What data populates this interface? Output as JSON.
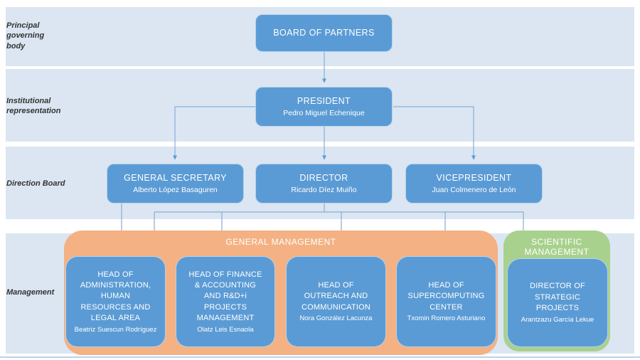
{
  "palette": {
    "node_blue": "#5b9bd5",
    "band_blue": "#dbe6f2",
    "group_orange": "#f4b183",
    "group_green": "#a9d18e",
    "connector_line": "#86aed8",
    "arrowhead": "#5b9bd5"
  },
  "rows": [
    {
      "label": "Principal\ngoverning\nbody"
    },
    {
      "label": "Institutional\nrepresentation"
    },
    {
      "label": "Direction Board"
    },
    {
      "label": "Management"
    }
  ],
  "nodes": {
    "board": {
      "title": "BOARD OF PARTNERS"
    },
    "president": {
      "title": "PRESIDENT",
      "name": "Pedro Miguel Echenique"
    },
    "general_secretary": {
      "title": "GENERAL SECRETARY",
      "name": "Alberto López Basaguren"
    },
    "director": {
      "title": "DIRECTOR",
      "name": "Ricardo Díez Muiño"
    },
    "vicepresident": {
      "title": "VICEPRESIDENT",
      "name": "Juan Colmenero de León"
    },
    "head_admin": {
      "title": "HEAD OF\nADMINISTRATION,\nHUMAN\nRESOURCES AND\nLEGAL AREA",
      "name": "Beatriz Suescun Rodríguez"
    },
    "head_finance": {
      "title": "HEAD OF FINANCE\n& ACCOUNTING\nAND R&D+i\nPROJECTS\nMANAGEMENT",
      "name": "Olatz Leis Esnaola"
    },
    "head_outreach": {
      "title": "HEAD OF\nOUTREACH AND\nCOMMUNICATION",
      "name": "Nora González Lacunza"
    },
    "head_supercomputing": {
      "title": "HEAD OF\nSUPERCOMPUTING\nCENTER",
      "name": "Txomin Romero Asturiano"
    },
    "director_strategic": {
      "title": "DIRECTOR OF\nSTRATEGIC\nPROJECTS",
      "name": "Arantzazu García Lekue"
    }
  },
  "groups": {
    "general_management": {
      "label": "GENERAL MANAGEMENT"
    },
    "scientific_management": {
      "label": "SCIENTIFIC\nMANAGEMENT"
    }
  }
}
